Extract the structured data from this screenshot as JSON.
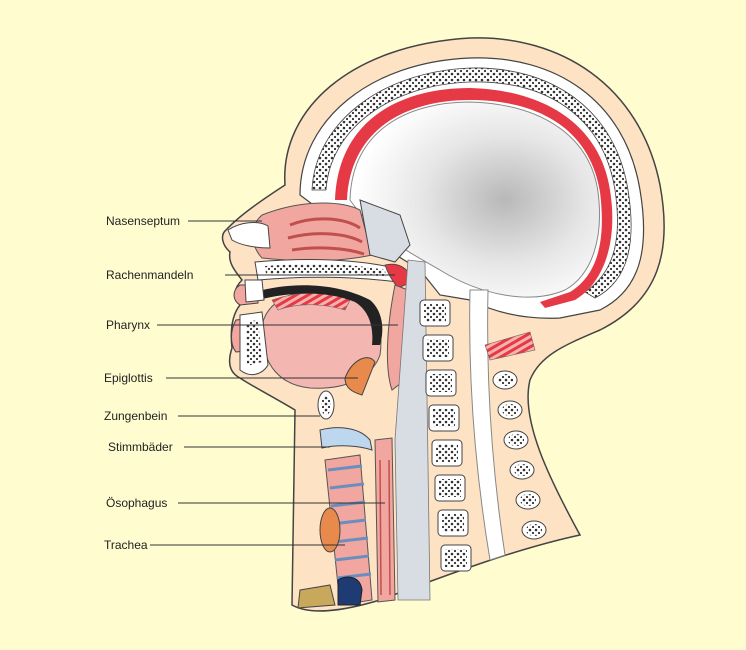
{
  "diagram": {
    "labels": [
      {
        "id": "nasenseptum",
        "text": "Nasenseptum"
      },
      {
        "id": "rachenmandeln",
        "text": "Rachenmandeln"
      },
      {
        "id": "pharynx",
        "text": "Pharynx"
      },
      {
        "id": "epiglottis",
        "text": "Epiglottis"
      },
      {
        "id": "zungenbein",
        "text": "Zungenbein"
      },
      {
        "id": "stimmbaeder",
        "text": "Stimmbäder"
      },
      {
        "id": "oesophagus",
        "text": "Ösophagus"
      },
      {
        "id": "trachea",
        "text": "Trachea"
      }
    ]
  },
  "colors": {
    "background": "#fffdd0",
    "skin": "#fde2c4",
    "bone": "#ffffff",
    "marrow": "#333333",
    "brain_outer": "#ffffff",
    "brain_inner": "#c9c9c9",
    "meninges": "#e63946",
    "mucosa": "#f2a6a0",
    "tongue": "#f4b6b0",
    "soft_tissue": "#d8dde3",
    "cartilage": "#bcd7ee",
    "thyroid": "#e98a4d"
  }
}
